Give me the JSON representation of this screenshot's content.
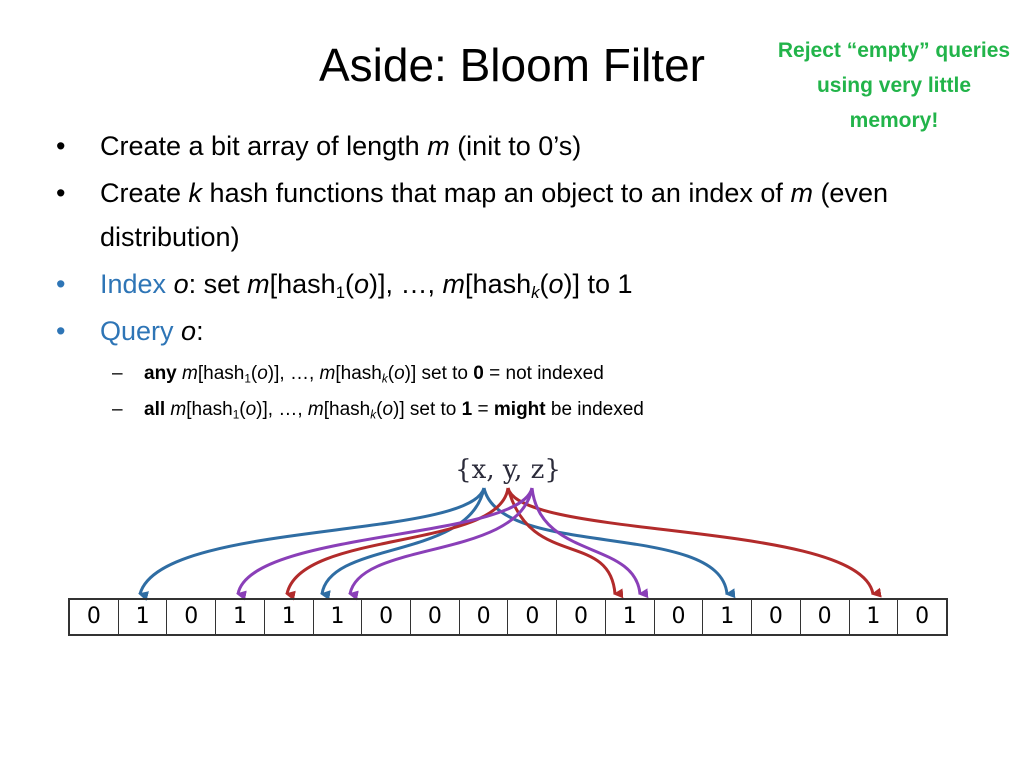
{
  "slide": {
    "title": "Aside: Bloom Filter",
    "callout": "Reject “empty” queries using very little memory!",
    "colors": {
      "callout": "#22b44a",
      "accent": "#2e75b6",
      "arrow_blue": "#2f6da3",
      "arrow_red": "#b22b2b",
      "arrow_purple": "#8a3fb8"
    }
  },
  "bullets": {
    "b1": {
      "pre": "Create a bit array of length ",
      "m": "m",
      "post": " (init to 0’s)"
    },
    "b2": {
      "pre": "Create ",
      "k": "k",
      "mid": " hash functions that map an object to an index of ",
      "m": "m",
      "post": " (even distribution)"
    },
    "b3": {
      "label": "Index",
      "o": "o",
      "set": ": set ",
      "m": "m",
      "hash": "[hash",
      "sub1": "1",
      "paren_o": "(o)], …, ",
      "m2": "m",
      "hash2": "[hash",
      "subk": "k",
      "paren_o2": "(o)] to 1"
    },
    "b4": {
      "label": "Query",
      "o": "o",
      "colon": ":"
    },
    "s1": {
      "bold": "any",
      "m": " m",
      "hash": "[hash",
      "sub1": "1",
      "o": "(o)], …, ",
      "m2": "m",
      "hash2": "[hash",
      "subk": "k",
      "o2": "(o)] set to ",
      "val": "0",
      "post": " = not indexed"
    },
    "s2": {
      "bold": "all",
      "m": " m",
      "hash": "[hash",
      "sub1": "1",
      "o": "(o)], …, ",
      "m2": "m",
      "hash2": "[hash",
      "subk": "k",
      "o2": "(o)] set to ",
      "val": "1",
      "eq": " = ",
      "might": "might",
      "post": " be indexed"
    }
  },
  "diagram": {
    "set_label": "{x, y, z}",
    "bits": [
      "0",
      "1",
      "0",
      "1",
      "1",
      "1",
      "0",
      "0",
      "0",
      "0",
      "0",
      "1",
      "0",
      "1",
      "0",
      "0",
      "1",
      "0"
    ]
  }
}
